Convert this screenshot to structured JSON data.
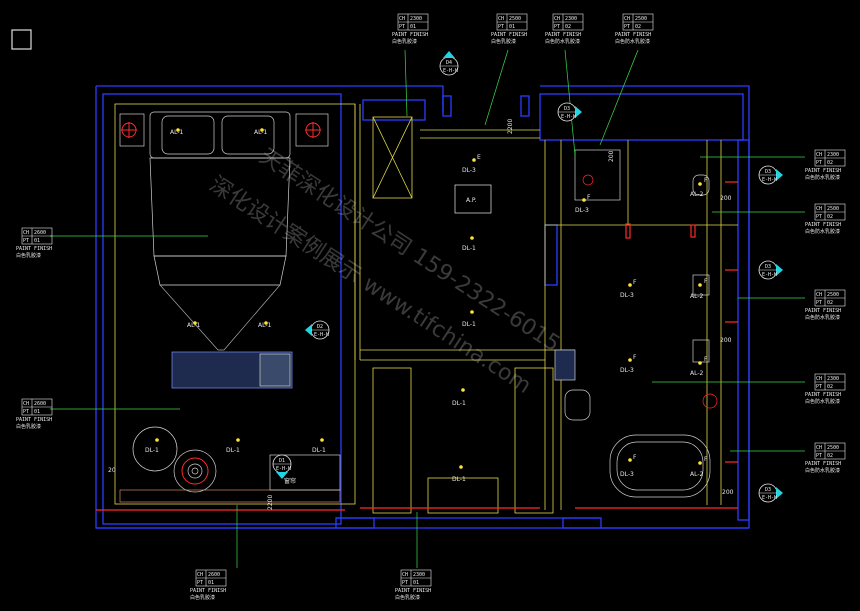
{
  "ceiling_tags": [
    {
      "id": "tag-top-1",
      "ch": "CH",
      "h": "2300",
      "pt": "PT",
      "n": "01",
      "l1": "PAINT FINISH",
      "l2": "白色乳胶漆"
    },
    {
      "id": "tag-top-2",
      "ch": "CH",
      "h": "2500",
      "pt": "PT",
      "n": "01",
      "l1": "PAINT FINISH",
      "l2": "白色乳胶漆"
    },
    {
      "id": "tag-top-3",
      "ch": "CH",
      "h": "2300",
      "pt": "PT",
      "n": "02",
      "l1": "PAINT FINISH",
      "l2": "白色防水乳胶漆"
    },
    {
      "id": "tag-top-4",
      "ch": "CH",
      "h": "2500",
      "pt": "PT",
      "n": "02",
      "l1": "PAINT FINISH",
      "l2": "白色防水乳胶漆"
    },
    {
      "id": "tag-left-1",
      "ch": "CH",
      "h": "2600",
      "pt": "PT",
      "n": "01",
      "l1": "PAINT FINISH",
      "l2": "白色乳胶漆"
    },
    {
      "id": "tag-left-2",
      "ch": "CH",
      "h": "2600",
      "pt": "PT",
      "n": "01",
      "l1": "PAINT FINISH",
      "l2": "白色乳胶漆"
    },
    {
      "id": "tag-right-1",
      "ch": "CH",
      "h": "2300",
      "pt": "PT",
      "n": "02",
      "l1": "PAINT FINISH",
      "l2": "白色防水乳胶漆"
    },
    {
      "id": "tag-right-2",
      "ch": "CH",
      "h": "2500",
      "pt": "PT",
      "n": "02",
      "l1": "PAINT FINISH",
      "l2": "白色防水乳胶漆"
    },
    {
      "id": "tag-right-3",
      "ch": "CH",
      "h": "2500",
      "pt": "PT",
      "n": "02",
      "l1": "PAINT FINISH",
      "l2": "白色防水乳胶漆"
    },
    {
      "id": "tag-right-4",
      "ch": "CH",
      "h": "2300",
      "pt": "PT",
      "n": "02",
      "l1": "PAINT FINISH",
      "l2": "白色防水乳胶漆"
    },
    {
      "id": "tag-right-5",
      "ch": "CH",
      "h": "2500",
      "pt": "PT",
      "n": "02",
      "l1": "PAINT FINISH",
      "l2": "白色防水乳胶漆"
    },
    {
      "id": "tag-bottom-1",
      "ch": "CH",
      "h": "2600",
      "pt": "PT",
      "n": "01",
      "l1": "PAINT FINISH",
      "l2": "白色乳胶漆"
    },
    {
      "id": "tag-bottom-2",
      "ch": "CH",
      "h": "2300",
      "pt": "PT",
      "n": "01",
      "l1": "PAINT FINISH",
      "l2": "白色乳胶漆"
    }
  ],
  "section_markers": [
    {
      "id": "sec-d4",
      "code": "D4",
      "sheet": "E-H-H"
    },
    {
      "id": "sec-d3-top",
      "code": "D3",
      "sheet": "E-H-H"
    },
    {
      "id": "sec-d3-r1",
      "code": "D3",
      "sheet": "E-H-H"
    },
    {
      "id": "sec-d3-r2",
      "code": "D3",
      "sheet": "E-H-H"
    },
    {
      "id": "sec-d3-r3",
      "code": "D3",
      "sheet": "E-H-H"
    },
    {
      "id": "sec-d2",
      "code": "D2",
      "sheet": "E-H-H"
    },
    {
      "id": "sec-d1",
      "code": "D1",
      "sheet": "E-H-H"
    }
  ],
  "fixtures": {
    "al1": "AL-1",
    "al2": "AL-2",
    "dl1": "DL-1",
    "dl3": "DL-3",
    "ap": "A.P.",
    "e": "E",
    "f": "F"
  },
  "dims": {
    "d2200": "2200",
    "d200": "200",
    "d20": "20"
  },
  "misc": {
    "curtain": "窗帘"
  },
  "watermark": {
    "line1": "天菲深化设计公司 159-2322-6015",
    "line2": "深化设计案例展示 www.tifchina.com"
  },
  "colors": {
    "wall": "#2a3cff",
    "fixture": "#ffe23a",
    "light": "#ff2a2a",
    "furn": "#e8e8e8",
    "cyan": "#22d4e0",
    "green": "#3ad84a",
    "magenta": "#e024d8"
  }
}
